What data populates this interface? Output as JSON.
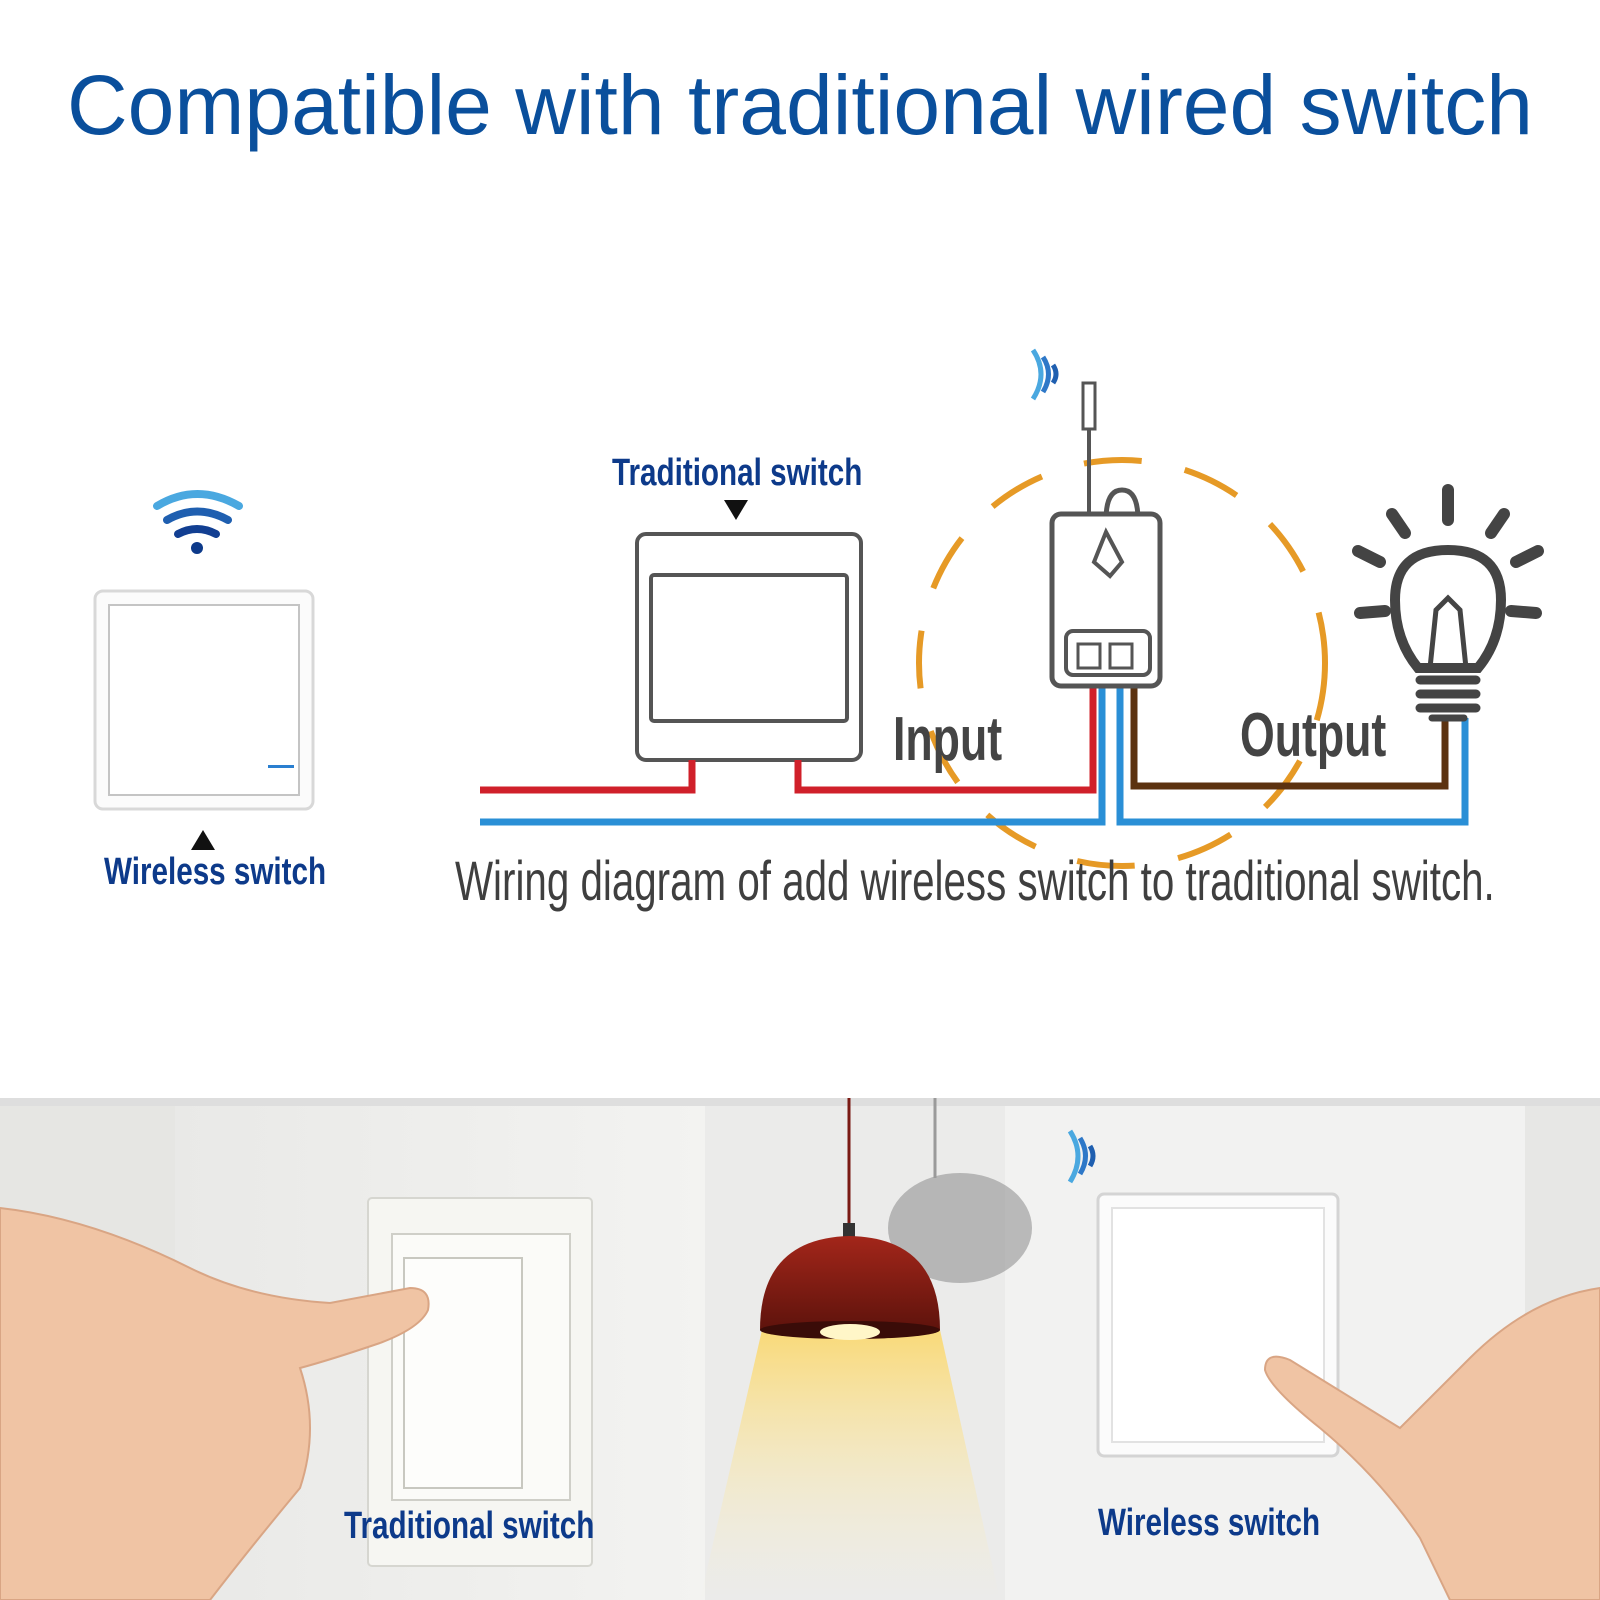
{
  "headline": "Compatible with traditional wired switch",
  "diagram": {
    "traditional_switch_label": "Traditional switch",
    "wireless_switch_label": "Wireless switch",
    "input_label": "Input",
    "output_label": "Output",
    "caption": "Wiring diagram of add wireless switch to traditional switch."
  },
  "photo": {
    "traditional_switch_label": "Traditional switch",
    "wireless_switch_label": "Wireless switch"
  },
  "colors": {
    "title_blue": "#0a4f9c",
    "label_navy": "#0d3a8a",
    "live_wire_red": "#d0202a",
    "neutral_wire_blue": "#2a8fd6",
    "output_wire_brown": "#5c3210",
    "dashed_circle_orange": "#e69a26",
    "lamp_shade_red": "#8e1c12"
  },
  "icons": [
    "wifi-signal-icon",
    "down-arrow-icon",
    "up-arrow-icon",
    "light-bulb-icon",
    "relay-module-icon"
  ]
}
